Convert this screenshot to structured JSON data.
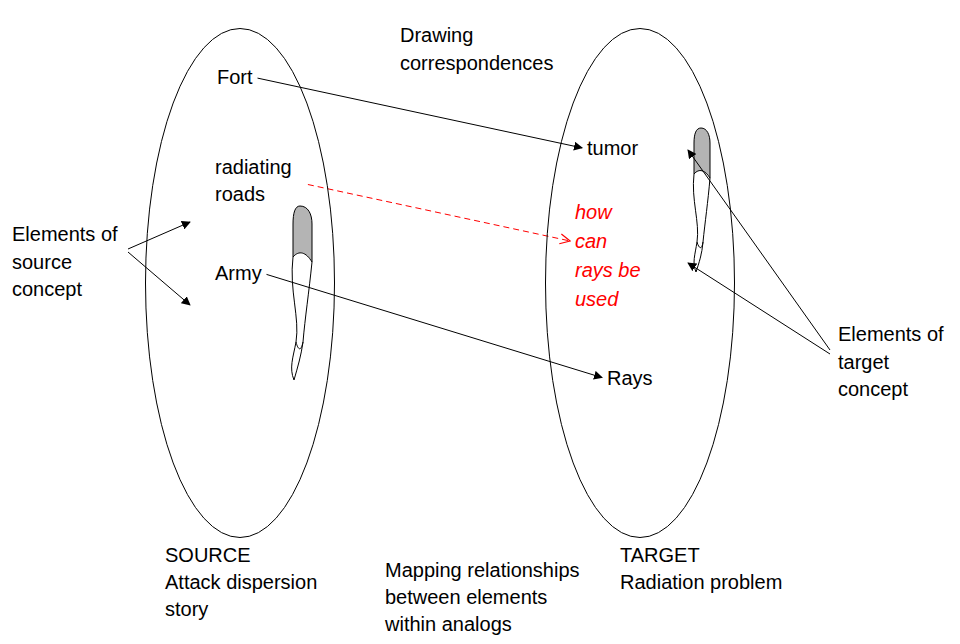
{
  "diagram": {
    "nodes": [
      {
        "text": [
          "SOURCE",
          "Attack dispersion story"
        ]
      },
      {
        "text": [
          "Fort"
        ],
        "in": 0
      },
      {
        "text": [
          "radiating roads"
        ],
        "in": 0
      },
      {
        "text": [
          "Army"
        ],
        "in": 0
      },
      {
        "text": [
          "TARGET",
          "Radiation problem"
        ]
      },
      {
        "text": [
          "tumor"
        ],
        "in": 4
      },
      {
        "text": [
          "how can rays be used"
        ],
        "in": 4
      },
      {
        "text": [
          "Rays"
        ],
        "in": 4
      }
    ],
    "edges": [
      {
        "from": 1,
        "to": 5,
        "arrow": "to"
      },
      {
        "from": 2,
        "to": 6,
        "arrow": "to"
      },
      {
        "from": 3,
        "to": 7,
        "arrow": "to"
      }
    ],
    "labels": [
      "Drawing correspondences",
      "Elements of source concept",
      "Elements of target concept",
      "Mapping relationships between elements within analogs"
    ]
  }
}
